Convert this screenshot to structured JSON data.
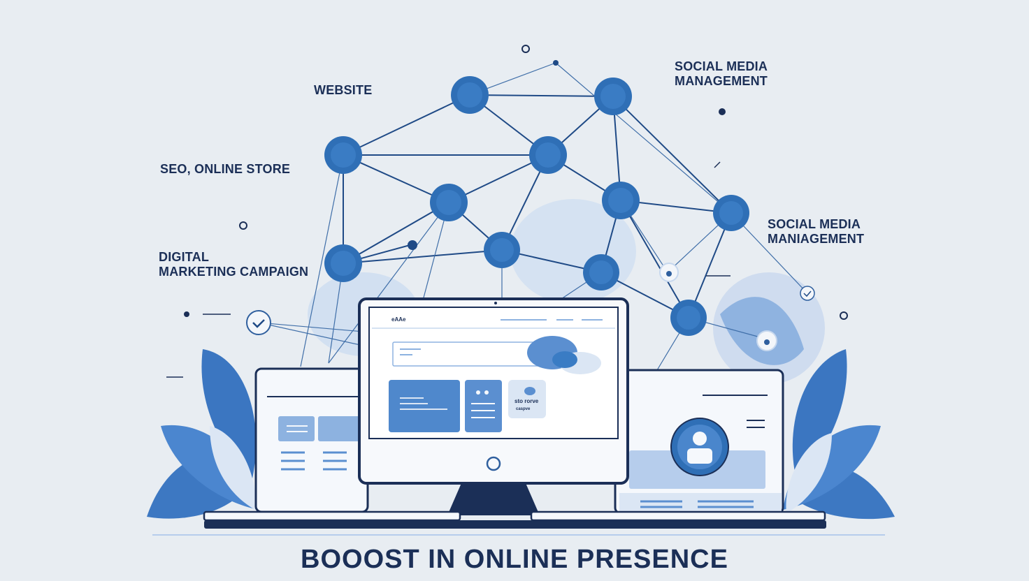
{
  "labels": {
    "website": "WEBSITE",
    "social_media_top": [
      "SOCIAL MEDIA",
      "MANAGEMENT"
    ],
    "seo_store": "SEO, ONLINE STORE",
    "social_media_right": [
      "SOCIAL MEDIA",
      "MANIAGEMENT"
    ],
    "digital_campaign": [
      "DIGITAL",
      "MARKETING CAMPAIGN"
    ]
  },
  "headline": "BOOOST IN ONLINE PRESENCE",
  "monitor": {
    "logo_text": "eAAe",
    "card_title": "sto rorve",
    "card_sub": "caspve"
  },
  "colors": {
    "background": "#e8edf2",
    "navy": "#1b2f57",
    "node_blue": "#2f6fb6",
    "light_blue": "#7fa9dc",
    "pale_blue": "#c7d8ee"
  },
  "icons": [
    "user-avatar-icon",
    "checkmark-icon",
    "network-node-icon",
    "leaf-decoration"
  ]
}
